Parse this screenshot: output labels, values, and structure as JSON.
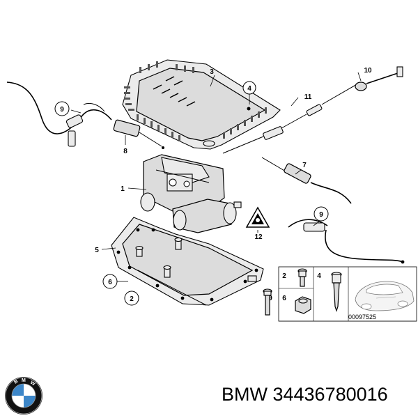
{
  "callouts": {
    "c1": "1",
    "c2a": "2",
    "c2b": "2",
    "c3": "3",
    "c4a": "4",
    "c4b": "4",
    "c5": "5",
    "c6a": "6",
    "c6b": "6",
    "c7": "7",
    "c8": "8",
    "c9a": "9",
    "c9b": "9",
    "c9c": "9",
    "c10": "10",
    "c11": "11",
    "c12": "12"
  },
  "diagram_code": "00097525",
  "brand": {
    "logo_letters": "BMW",
    "part_label": "BMW 34436780016"
  },
  "icons": [
    "bmw-roundel-icon",
    "warning-triangle-icon"
  ]
}
